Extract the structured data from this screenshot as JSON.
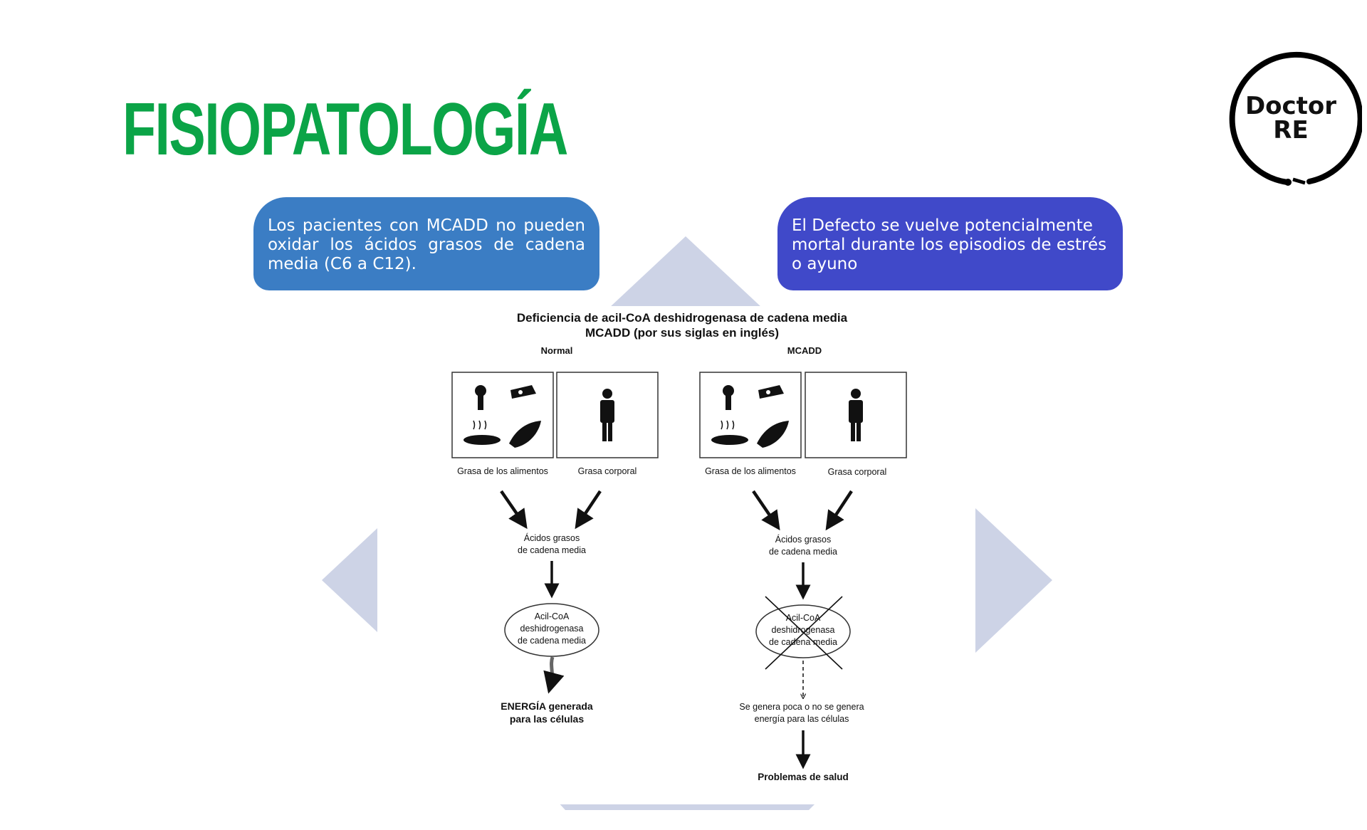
{
  "title": "FISIOPATOLOGÍA",
  "logo": {
    "line1": "Doctor",
    "line2": "RE"
  },
  "bubbles": {
    "left": "Los pacientes con MCADD no pueden oxidar los ácidos grasos de cadena media (C6 a C12).",
    "right": "El Defecto se vuelve potencialmente mortal durante los episodios de estrés o ayuno"
  },
  "colors": {
    "title": "#0ba447",
    "bubble_left": "#3b7dc4",
    "bubble_right": "#4049c9",
    "decor": "#cdd3e6"
  },
  "diagram": {
    "title_line1": "Deficiencia de acil-CoA deshidrogenasa de cadena media",
    "title_line2": "MCADD (por sus siglas en inglés)",
    "normal": {
      "heading": "Normal",
      "food_fat": "Grasa de los alimentos",
      "body_fat": "Grasa corporal",
      "fatty_acids_1": "Ácidos grasos",
      "fatty_acids_2": "de cadena media",
      "enzyme_1": "Acil-CoA",
      "enzyme_2": "deshidrogenasa",
      "enzyme_3": "de cadena media",
      "result_1": "ENERGÍA generada",
      "result_2": "para las células"
    },
    "mcadd": {
      "heading": "MCADD",
      "food_fat": "Grasa de los alimentos",
      "body_fat": "Grasa corporal",
      "fatty_acids_1": "Ácidos grasos",
      "fatty_acids_2": "de cadena media",
      "enzyme_1": "Acil-CoA",
      "enzyme_2": "deshidrogenasa",
      "enzyme_3": "de cadena media",
      "result_1": "Se genera poca o no se genera",
      "result_2": "energía para las células",
      "final": "Problemas de salud"
    }
  },
  "icons": {
    "logo": "circular-ring-logo",
    "food": "food-items-icon",
    "body": "person-silhouette-icon",
    "blocked": "cross-out-x-icon"
  }
}
